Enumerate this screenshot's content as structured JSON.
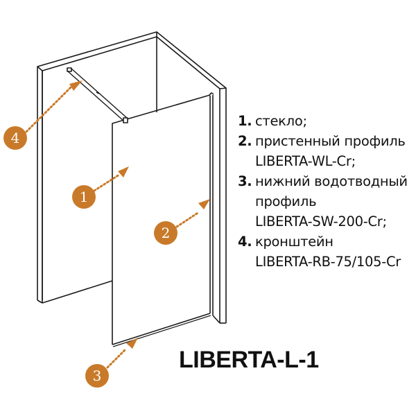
{
  "colors": {
    "accent": "#C87A2A",
    "line": "#1a1a1a",
    "text": "#111111",
    "background": "#ffffff"
  },
  "legend": {
    "items": [
      {
        "number": "1.",
        "text": "стекло;"
      },
      {
        "number": "2.",
        "text": "пристенный профиль\nLIBERTA-WL-Cr;"
      },
      {
        "number": "3.",
        "text": "нижний водотводный\nпрофиль\nLIBERTA-SW-200-Cr;"
      },
      {
        "number": "4.",
        "text": "кронштейн\nLIBERTA-RB-75/105-Cr"
      }
    ]
  },
  "callouts": [
    {
      "label": "1",
      "part": "glass"
    },
    {
      "label": "2",
      "part": "wall-profile"
    },
    {
      "label": "3",
      "part": "bottom-drain-profile"
    },
    {
      "label": "4",
      "part": "bracket"
    }
  ],
  "model": {
    "title": "LIBERTA-L-1"
  }
}
